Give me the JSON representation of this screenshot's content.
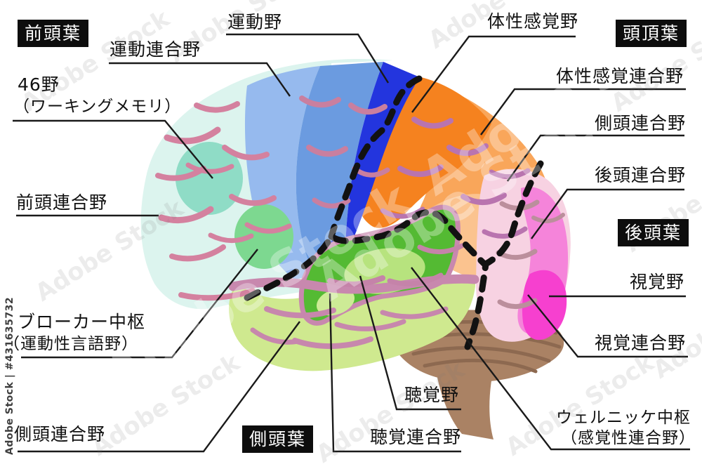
{
  "watermark": {
    "side_text": "Adobe Stock | #431635732",
    "tile_text": "Adobe Stock"
  },
  "lobe_boxes": {
    "frontal": "前頭葉",
    "parietal": "頭頂葉",
    "occipital": "後頭葉",
    "temporal": "側頭葉"
  },
  "labels": {
    "motor_area": "運動野",
    "motor_association": "運動連合野",
    "area46_line1": "46野",
    "area46_line2": "（ワーキングメモリ）",
    "frontal_association": "前頭連合野",
    "broca_line1": "ブローカー中枢",
    "broca_line2": "（運動性言語野）",
    "temporal_association_left": "側頭連合野",
    "somatosensory": "体性感覚野",
    "somatosensory_association": "体性感覚連合野",
    "temporal_association_right": "側頭連合野",
    "occipital_association": "後頭連合野",
    "visual_area": "視覚野",
    "visual_association": "視覚連合野",
    "auditory_area": "聴覚野",
    "auditory_association": "聴覚連合野",
    "wernicke_line1": "ウェルニッケ中枢",
    "wernicke_line2": "（感覚性連合野）"
  },
  "colors": {
    "frontal_association": "#dcf4ee",
    "premotor_light": "#96baee",
    "motor_association": "#6b9be0",
    "motor_area": "#2335de",
    "somatosensory": "#f5821f",
    "parietal_association": "#f9a65a",
    "parietal_light": "#fbc38f",
    "occipital_association": "#f7d2e2",
    "occipital_mid": "#f584da",
    "visual_area": "#f640cf",
    "wernicke_green": "#54ba33",
    "auditory_area": "#b7e37e",
    "auditory_area_light": "#cdeb96",
    "temporal_association": "#cfe98f",
    "area46": "#8fdcc6",
    "broca": "#7dd890",
    "brainstem": "#aa8264",
    "sulci_rose": "#d4819f",
    "sulci_mauve": "#b974af",
    "line": "#1a1a1a"
  }
}
